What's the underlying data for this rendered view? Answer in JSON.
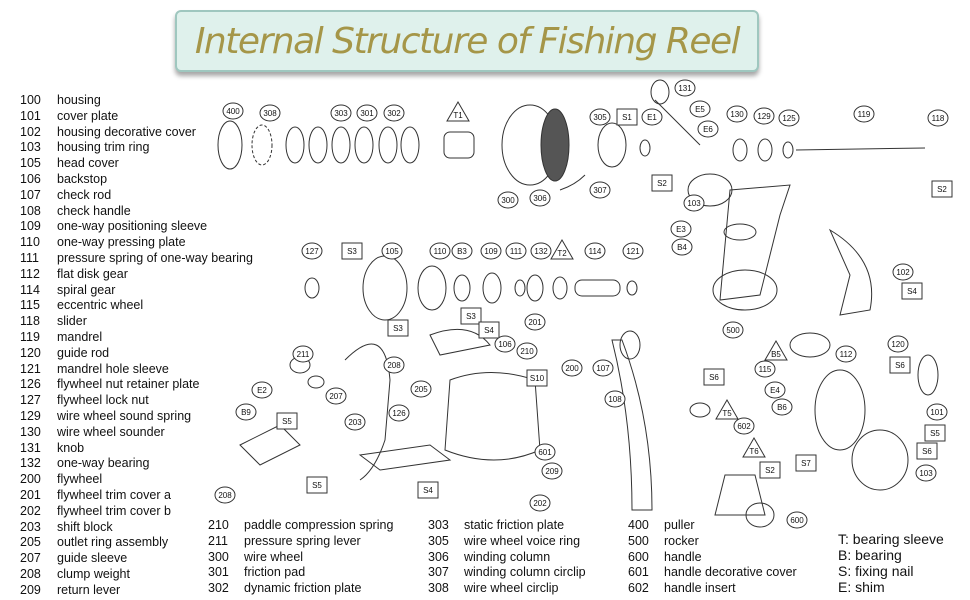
{
  "title": "Internal Structure of Fishing Reel",
  "parts_left": [
    {
      "num": "100",
      "name": "housing"
    },
    {
      "num": "101",
      "name": "cover plate"
    },
    {
      "num": "102",
      "name": "housing decorative cover"
    },
    {
      "num": "103",
      "name": "housing trim ring"
    },
    {
      "num": "105",
      "name": "head cover"
    },
    {
      "num": "106",
      "name": "backstop"
    },
    {
      "num": "107",
      "name": "check rod"
    },
    {
      "num": "108",
      "name": "check handle"
    },
    {
      "num": "109",
      "name": "one-way positioning sleeve"
    },
    {
      "num": "110",
      "name": "one-way pressing plate"
    },
    {
      "num": "111",
      "name": "pressure spring of one-way bearing"
    },
    {
      "num": "112",
      "name": "flat disk gear"
    },
    {
      "num": "114",
      "name": "spiral gear"
    },
    {
      "num": "115",
      "name": "eccentric wheel"
    },
    {
      "num": "118",
      "name": "slider"
    },
    {
      "num": "119",
      "name": "mandrel"
    },
    {
      "num": "120",
      "name": "guide rod"
    },
    {
      "num": "121",
      "name": "mandrel hole sleeve"
    },
    {
      "num": "126",
      "name": "flywheel nut retainer plate"
    },
    {
      "num": "127",
      "name": "flywheel lock nut"
    },
    {
      "num": "129",
      "name": "wire wheel sound spring"
    },
    {
      "num": "130",
      "name": "wire wheel sounder"
    },
    {
      "num": "131",
      "name": "knob"
    },
    {
      "num": "132",
      "name": "one-way bearing"
    },
    {
      "num": "200",
      "name": "flywheel"
    },
    {
      "num": "201",
      "name": "flywheel trim cover a"
    },
    {
      "num": "202",
      "name": "flywheel trim cover b"
    },
    {
      "num": "203",
      "name": "shift block"
    },
    {
      "num": "205",
      "name": "outlet ring assembly"
    },
    {
      "num": "207",
      "name": "guide sleeve"
    },
    {
      "num": "208",
      "name": "clump weight"
    },
    {
      "num": "209",
      "name": "return lever"
    }
  ],
  "parts_col2": [
    {
      "num": "210",
      "name": "paddle compression spring"
    },
    {
      "num": "211",
      "name": "pressure spring lever"
    },
    {
      "num": "300",
      "name": "wire wheel"
    },
    {
      "num": "301",
      "name": "friction pad"
    },
    {
      "num": "302",
      "name": "dynamic friction plate"
    }
  ],
  "parts_col3": [
    {
      "num": "303",
      "name": "static friction plate"
    },
    {
      "num": "305",
      "name": "wire wheel voice ring"
    },
    {
      "num": "306",
      "name": "winding column"
    },
    {
      "num": "307",
      "name": "winding column circlip"
    },
    {
      "num": "308",
      "name": "wire wheel circlip"
    }
  ],
  "parts_col4": [
    {
      "num": "400",
      "name": "puller"
    },
    {
      "num": "500",
      "name": "rocker"
    },
    {
      "num": "600",
      "name": "handle"
    },
    {
      "num": "601",
      "name": "handle decorative cover"
    },
    {
      "num": "602",
      "name": "handle insert"
    }
  ],
  "key": [
    "T: bearing sleeve",
    "B: bearing",
    "S: fixing nail",
    "E: shim"
  ],
  "callouts": [
    {
      "label": "400",
      "shape": "circle"
    },
    {
      "label": "308",
      "shape": "circle"
    },
    {
      "label": "303",
      "shape": "circle"
    },
    {
      "label": "301",
      "shape": "circle"
    },
    {
      "label": "302",
      "shape": "circle"
    },
    {
      "label": "T1",
      "shape": "triangle"
    },
    {
      "label": "305",
      "shape": "circle"
    },
    {
      "label": "S1",
      "shape": "square"
    },
    {
      "label": "E1",
      "shape": "circle"
    },
    {
      "label": "131",
      "shape": "circle"
    },
    {
      "label": "E5",
      "shape": "circle"
    },
    {
      "label": "E6",
      "shape": "circle"
    },
    {
      "label": "130",
      "shape": "circle"
    },
    {
      "label": "129",
      "shape": "circle"
    },
    {
      "label": "125",
      "shape": "circle"
    },
    {
      "label": "119",
      "shape": "circle"
    },
    {
      "label": "118",
      "shape": "circle"
    },
    {
      "label": "S2",
      "shape": "square"
    },
    {
      "label": "S2",
      "shape": "square"
    },
    {
      "label": "300",
      "shape": "circle"
    },
    {
      "label": "306",
      "shape": "circle"
    },
    {
      "label": "307",
      "shape": "circle"
    },
    {
      "label": "103",
      "shape": "circle"
    },
    {
      "label": "E3",
      "shape": "circle"
    },
    {
      "label": "B4",
      "shape": "circle"
    },
    {
      "label": "127",
      "shape": "circle"
    },
    {
      "label": "S3",
      "shape": "square"
    },
    {
      "label": "105",
      "shape": "circle"
    },
    {
      "label": "S3",
      "shape": "square"
    },
    {
      "label": "110",
      "shape": "circle"
    },
    {
      "label": "B3",
      "shape": "circle"
    },
    {
      "label": "109",
      "shape": "circle"
    },
    {
      "label": "111",
      "shape": "circle"
    },
    {
      "label": "132",
      "shape": "circle"
    },
    {
      "label": "T2",
      "shape": "triangle"
    },
    {
      "label": "114",
      "shape": "circle"
    },
    {
      "label": "121",
      "shape": "circle"
    },
    {
      "label": "102",
      "shape": "circle"
    },
    {
      "label": "S4",
      "shape": "square"
    },
    {
      "label": "S3",
      "shape": "square"
    },
    {
      "label": "S4",
      "shape": "square"
    },
    {
      "label": "201",
      "shape": "circle"
    },
    {
      "label": "106",
      "shape": "circle"
    },
    {
      "label": "210",
      "shape": "circle"
    },
    {
      "label": "208",
      "shape": "circle"
    },
    {
      "label": "211",
      "shape": "circle"
    },
    {
      "label": "207",
      "shape": "circle"
    },
    {
      "label": "E2",
      "shape": "circle"
    },
    {
      "label": "S5",
      "shape": "square"
    },
    {
      "label": "B9",
      "shape": "circle"
    },
    {
      "label": "203",
      "shape": "circle"
    },
    {
      "label": "205",
      "shape": "circle"
    },
    {
      "label": "126",
      "shape": "circle"
    },
    {
      "label": "S10",
      "shape": "square"
    },
    {
      "label": "200",
      "shape": "circle"
    },
    {
      "label": "107",
      "shape": "circle"
    },
    {
      "label": "108",
      "shape": "circle"
    },
    {
      "label": "500",
      "shape": "circle"
    },
    {
      "label": "120",
      "shape": "circle"
    },
    {
      "label": "B5",
      "shape": "triangle"
    },
    {
      "label": "112",
      "shape": "circle"
    },
    {
      "label": "S6",
      "shape": "square"
    },
    {
      "label": "115",
      "shape": "circle"
    },
    {
      "label": "E4",
      "shape": "circle"
    },
    {
      "label": "B6",
      "shape": "circle"
    },
    {
      "label": "101",
      "shape": "circle"
    },
    {
      "label": "S5",
      "shape": "square"
    },
    {
      "label": "S6",
      "shape": "square"
    },
    {
      "label": "T5",
      "shape": "triangle"
    },
    {
      "label": "602",
      "shape": "circle"
    },
    {
      "label": "T6",
      "shape": "triangle"
    },
    {
      "label": "S7",
      "shape": "square"
    },
    {
      "label": "S6",
      "shape": "square"
    },
    {
      "label": "103",
      "shape": "circle"
    },
    {
      "label": "S2",
      "shape": "square"
    },
    {
      "label": "600",
      "shape": "circle"
    },
    {
      "label": "601",
      "shape": "circle"
    },
    {
      "label": "209",
      "shape": "circle"
    },
    {
      "label": "202",
      "shape": "circle"
    },
    {
      "label": "S4",
      "shape": "square"
    },
    {
      "label": "S5",
      "shape": "square"
    },
    {
      "label": "208",
      "shape": "circle"
    },
    {
      "label": "S2",
      "shape": "square"
    }
  ]
}
